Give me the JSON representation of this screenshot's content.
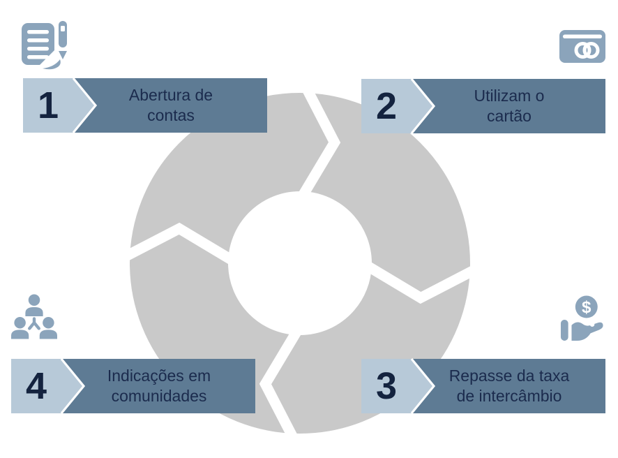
{
  "diagram": {
    "type": "cycle-diagram",
    "flow_direction": "clockwise",
    "background_color": "#ffffff",
    "colors": {
      "ring": "#c9c9c9",
      "segment_gap": "#ffffff",
      "number_block": "#b7c9d8",
      "label_block": "#5e7b94",
      "number_text": "#14233f",
      "label_text": "#1b2b4d",
      "icon": "#8ba4bb"
    },
    "steps": [
      {
        "number": "1",
        "label": "Abertura de contas",
        "lines": [
          "Abertura de",
          "contas"
        ],
        "icon": "document-pen-icon",
        "position": "top-left"
      },
      {
        "number": "2",
        "label": "Utilizam o cartão",
        "lines": [
          "Utilizam o",
          "cartão"
        ],
        "icon": "credit-card-icon",
        "position": "top-right"
      },
      {
        "number": "3",
        "label": "Repasse da taxa de intercâmbio",
        "lines": [
          "Repasse da taxa",
          "de intercâmbio"
        ],
        "icon": "hand-coin-icon",
        "position": "bottom-right"
      },
      {
        "number": "4",
        "label": "Indicações em comunidades",
        "lines": [
          "Indicações em",
          "comunidades"
        ],
        "icon": "people-network-icon",
        "position": "bottom-left"
      }
    ],
    "hand_coin_symbol": "$"
  }
}
